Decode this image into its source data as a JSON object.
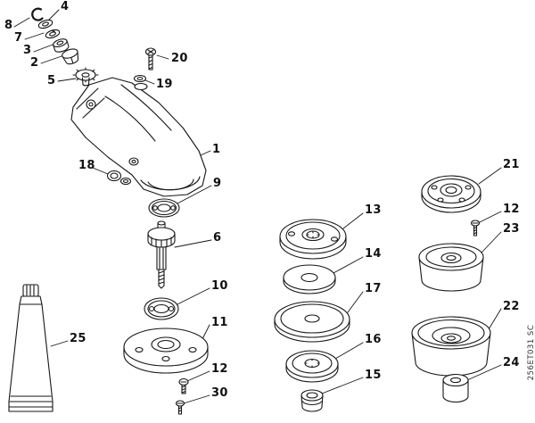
{
  "figure": {
    "watermark": "256ET031 SC",
    "callouts": [
      "4",
      "8",
      "7",
      "3",
      "2",
      "5",
      "20",
      "19",
      "1",
      "18",
      "9",
      "6",
      "10",
      "11",
      "12",
      "30",
      "25",
      "13",
      "14",
      "17",
      "16",
      "15",
      "21",
      "12",
      "23",
      "22",
      "24"
    ]
  }
}
